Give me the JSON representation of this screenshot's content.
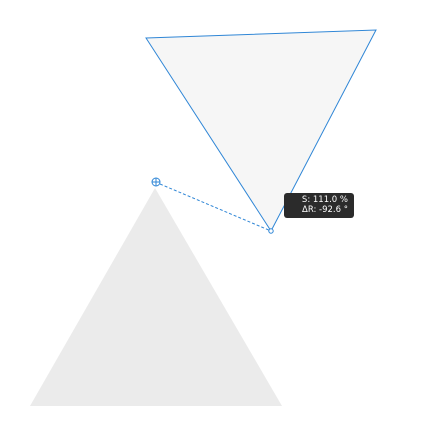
{
  "transform_readout": {
    "scale_text": "S: 111.0 %",
    "rotation_text": "ΔR: -92.6 °",
    "scale_percent": 111.0,
    "rotation_delta_degrees": -92.6
  },
  "colors": {
    "original_shape_fill": "#ebebeb",
    "preview_shape_fill": "#f6f6f6",
    "selection_stroke": "#2f86d6",
    "readout_background": "#2b2b2b",
    "readout_text": "#ffffff"
  },
  "icons": {
    "pivot": "crosshair-circle-icon",
    "handle": "circle-handle-icon"
  }
}
